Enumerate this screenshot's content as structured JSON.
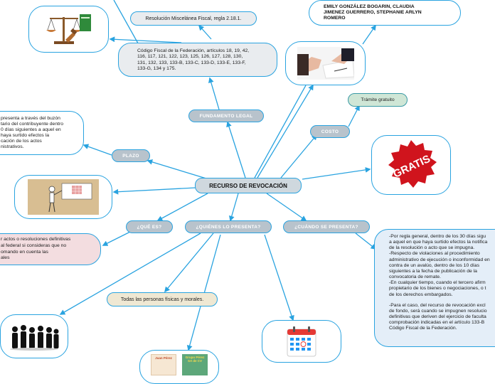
{
  "central": "RECURSO DE REVOCACIÓN",
  "branches": {
    "fundamento": "FUNDAMENTO LEGAL",
    "plazo": "PLAZO",
    "que_es": "¿QUÉ ES?",
    "quienes": "¿QUIÉNES LO PRESENTA?",
    "cuando": "¿CUÁNDO SE PRESENTA?",
    "costo": "COSTO"
  },
  "resolucion": "Resolución Miscelánea Fiscal, regla 2.18.1.",
  "codigo_lines": [
    "Código Fiscal de la Federación, artículos 18, 19, 42,",
    "116, 117, 121, 122, 123, 125, 126, 127, 128, 130,",
    "131, 132, 133, 133-B, 133-C, 133-D, 133-E, 133-F,",
    "133-G, 134  y 175."
  ],
  "authors_lines": [
    "EMILY GONZÁLEZ BOGARIN, CLAUDIA",
    "JIMENEZ GUERRERO, STEPHANIE ARLYN",
    "ROMERO"
  ],
  "tramite": "Trámite gratuito",
  "gratis_stamp": "GRATIS",
  "plazo_lines": [
    "presenta a través del buzón",
    "tario del contribuyente dentro",
    "0 días siguientes a aquel en",
    "haya surtido efectos la",
    "cación de los actos",
    "nistrativos."
  ],
  "que_es_lines": [
    "r actos o resoluciones definitivas",
    "al federal si consideras que no",
    "omando en cuenta las",
    "ales"
  ],
  "quienes_text": "Todas las personas físicas y morales.",
  "cuando_lines": [
    "-Por regla general, dentro de los 30 días sigu",
    "a aquel en que haya surtido efectos la notifica",
    "de la resolución o acto que se impugna.",
    "-Respecto de violaciones al procedimiento",
    "administrativo de ejecución o inconformidad en",
    "contra de un avalúo, dentro de los 10 días",
    "siguientes a la fecha de publicación de la",
    "convocatoria de remate.",
    "-En cualquier tiempo, cuando el tercero afirm",
    "propietario de los bienes o negociaciones, o t",
    "de los derechos embargados.",
    "",
    "-Para el caso, del recurso de revocación excl",
    "de fondo, será cuando se impugnen resolucio",
    "definitivas que deriven del ejercicio de faculta",
    "comprobación indicadas en el artículo 133-B",
    "Código Fiscal de la Federación."
  ],
  "sample_labels": {
    "left": "Juan Pérez",
    "right_line1": "Grupo Pérez",
    "right_line2": "SA de CV"
  },
  "icons": {
    "scales": "scales-of-justice-icon",
    "signing": "signing-hand-icon",
    "stamp": "gratis-stamp-icon",
    "teacher": "presenter-board-icon",
    "people": "people-silhouettes-icon",
    "calendar": "calendar-icon"
  },
  "colors": {
    "line": "#29a3e0",
    "stamp": "#d0141d",
    "pill": "#b8c3cc"
  }
}
